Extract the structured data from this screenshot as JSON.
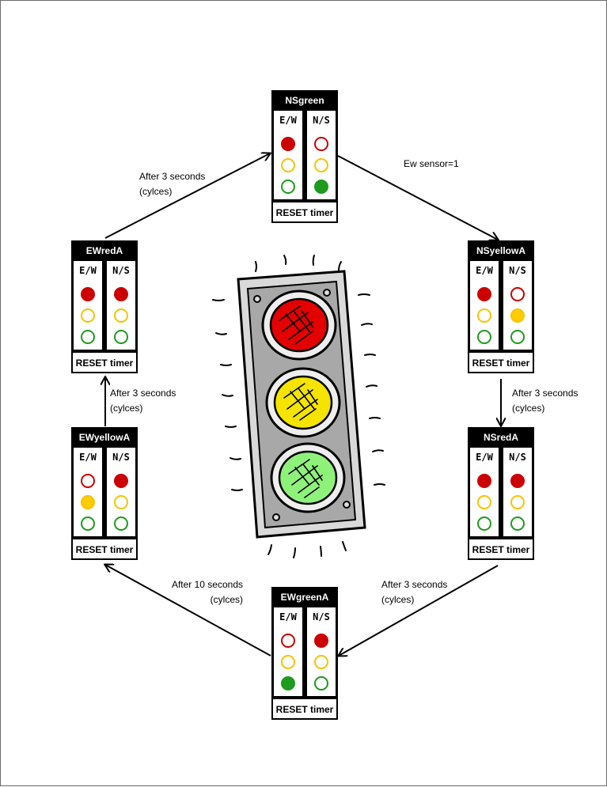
{
  "colors": {
    "red_on": "#cc0000",
    "yellow_on": "#ffcc00",
    "green_on": "#1e9a1e",
    "red_off": "#cc0000",
    "yellow_off": "#f5c400",
    "green_off": "#1e9a1e"
  },
  "column_labels": {
    "ew": "E/W",
    "ns": "N/S"
  },
  "footer_label": "RESET timer",
  "states": [
    {
      "id": "NSgreen",
      "title": "NSgreen",
      "ew": "red",
      "ns": "green"
    },
    {
      "id": "NSyellowA",
      "title": "NSyellowA",
      "ew": "red",
      "ns": "yellow"
    },
    {
      "id": "NSredA",
      "title": "NSredA",
      "ew": "red",
      "ns": "red"
    },
    {
      "id": "EWgreenA",
      "title": "EWgreenA",
      "ew": "green",
      "ns": "red"
    },
    {
      "id": "EWyellowA",
      "title": "EWyellowA",
      "ew": "yellow",
      "ns": "red"
    },
    {
      "id": "EWredA",
      "title": "EWredA",
      "ew": "red",
      "ns": "red"
    }
  ],
  "transitions": [
    {
      "from": "NSgreen",
      "to": "NSyellowA",
      "line1": "Ew sensor=1",
      "line2": ""
    },
    {
      "from": "NSyellowA",
      "to": "NSredA",
      "line1": "After 3 seconds",
      "line2": "(cylces)"
    },
    {
      "from": "NSredA",
      "to": "EWgreenA",
      "line1": "After 3 seconds",
      "line2": "(cylces)"
    },
    {
      "from": "EWgreenA",
      "to": "EWyellowA",
      "line1": "After 10 seconds",
      "line2": "(cylces)"
    },
    {
      "from": "EWyellowA",
      "to": "EWredA",
      "line1": "After 3 seconds",
      "line2": "(cylces)"
    },
    {
      "from": "EWredA",
      "to": "NSgreen",
      "line1": "After 3 seconds",
      "line2": "(cylces)"
    }
  ]
}
